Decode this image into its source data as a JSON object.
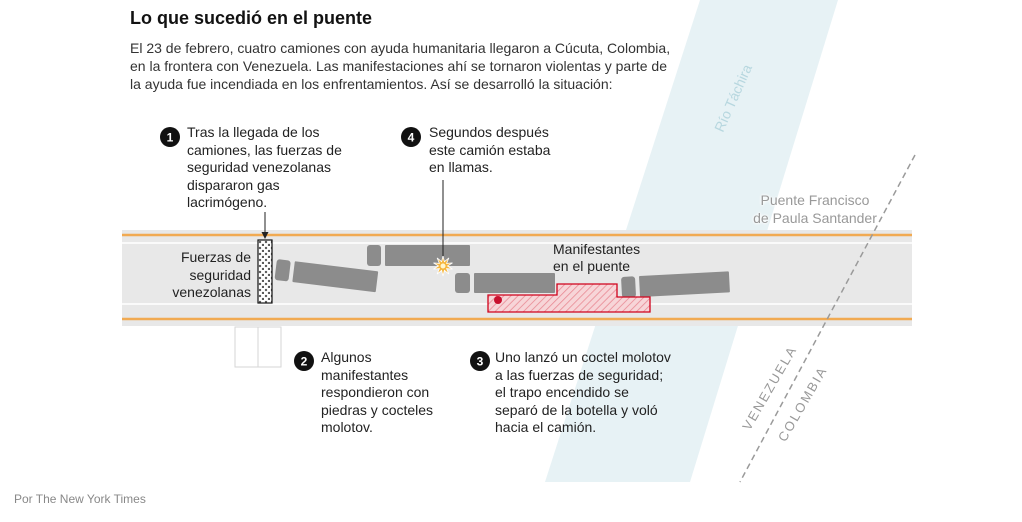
{
  "title": "Lo que sucedió en el puente",
  "intro": [
    "El 23 de febrero, cuatro camiones con ayuda humanitaria llegaron a Cúcuta, Colombia,",
    "en la frontera con Venezuela. Las manifestaciones ahí se tornaron violentas y parte de",
    "la ayuda fue incendiada en los enfrentamientos. Así se desarrolló la situación:"
  ],
  "labels": {
    "river": "Río Táchira",
    "bridge": [
      "Puente Francisco",
      "de Paula Santander"
    ],
    "security_forces": [
      "Fuerzas de",
      "seguridad",
      "venezolanas"
    ],
    "protesters": [
      "Manifestantes",
      "en el puente"
    ],
    "country_left": "VENEZUELA",
    "country_right": "COLOMBIA"
  },
  "annotations": [
    {
      "number": "1",
      "lines": [
        "Tras la llegada de los",
        "camiones, las fuerzas de",
        "seguridad venezolanas",
        "dispararon gas",
        "lacrimógeno."
      ]
    },
    {
      "number": "2",
      "lines": [
        "Algunos",
        "manifestantes",
        "respondieron con",
        "piedras y cocteles",
        "molotov."
      ]
    },
    {
      "number": "3",
      "lines": [
        "Uno lanzó un coctel molotov",
        "a las fuerzas de seguridad;",
        "el trapo encendido se",
        "separó de la botella y voló",
        "hacia el camión."
      ]
    },
    {
      "number": "4",
      "lines": [
        "Segundos después",
        "este camión estaba",
        "en llamas."
      ]
    }
  ],
  "credit": "Por The New York Times",
  "icons": {
    "truck": "truck-icon",
    "fire": "fire-burst-icon"
  },
  "colors": {
    "river": "#e7f2f5",
    "river_label": "#b7d7df",
    "bridge_edge": "#f1aa52",
    "bridge_road": "#e8e8e8",
    "truck": "#8c8c8c",
    "protest": "#d0021b",
    "protest_fill": "#f7d5d8",
    "protest_hatch": "#e98a94",
    "protest_dot": "#c8102e",
    "fire": "#f5b63e",
    "border_line": "#9a9a9a",
    "label_gray": "#999999"
  }
}
